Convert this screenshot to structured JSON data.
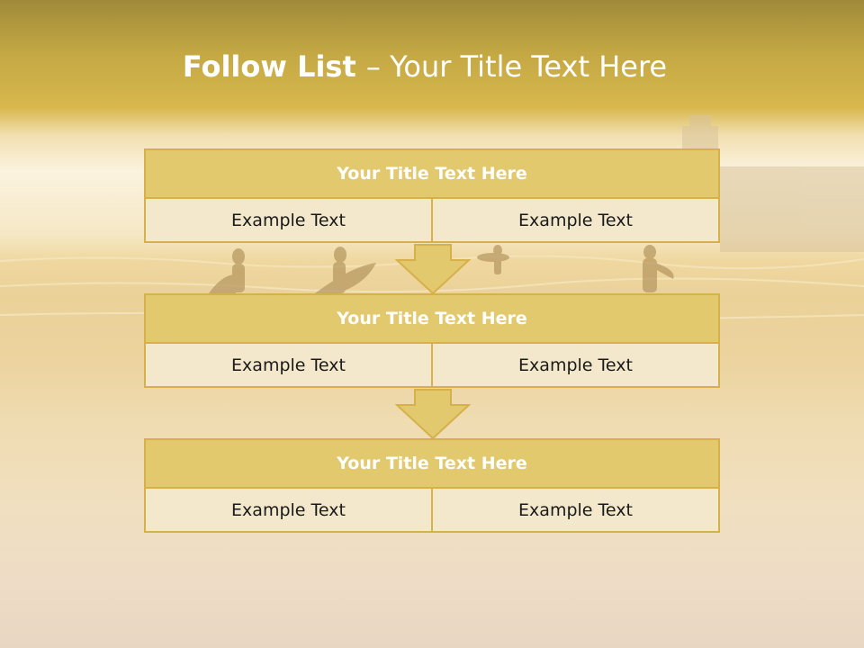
{
  "title": {
    "strong": "Follow List ",
    "light": " – Your Title Text Here"
  },
  "blocks": [
    {
      "header": "Your Title Text Here",
      "left": "Example Text",
      "right": "Example Text"
    },
    {
      "header": "Your Title Text Here",
      "left": "Example Text",
      "right": "Example Text"
    },
    {
      "header": "Your Title Text Here",
      "left": "Example Text",
      "right": "Example Text"
    }
  ],
  "colors": {
    "header_fill": "#e2c96e",
    "cell_fill": "#f3e8cc",
    "border": "#d6b04a",
    "arrow": "#e2c96e"
  }
}
